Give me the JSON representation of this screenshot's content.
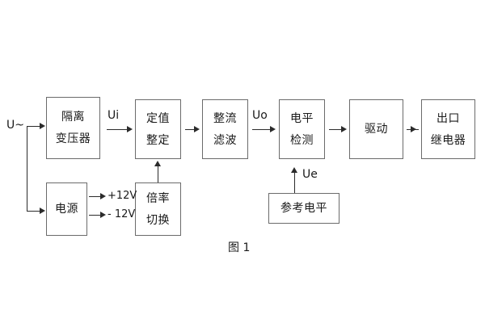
{
  "figure": {
    "caption": "图 1",
    "background_color": "#ffffff",
    "box_border_color": "#6b6b6b",
    "line_color": "#2b2b2b",
    "text_color": "#1a1a1a"
  },
  "input": {
    "label": "U~"
  },
  "blocks": {
    "isolation_transformer": {
      "line1": "隔离",
      "line2": "变压器"
    },
    "setting_adjust": {
      "line1": "定值",
      "line2": "整定"
    },
    "rectify_filter": {
      "line1": "整流",
      "line2": "滤波"
    },
    "level_detect": {
      "line1": "电平",
      "line2": "检测"
    },
    "drive": {
      "line1": "驱动"
    },
    "output_relay": {
      "line1": "出口",
      "line2": "继电器"
    },
    "power_supply": {
      "line1": "电源"
    },
    "ratio_switch": {
      "line1": "倍率",
      "line2": "切换"
    },
    "reference_level": {
      "line1": "参考电平"
    }
  },
  "signals": {
    "ui": "Ui",
    "uo": "Uo",
    "ue": "Ue",
    "supply_positive": "+12V",
    "supply_negative": "- 12V"
  }
}
